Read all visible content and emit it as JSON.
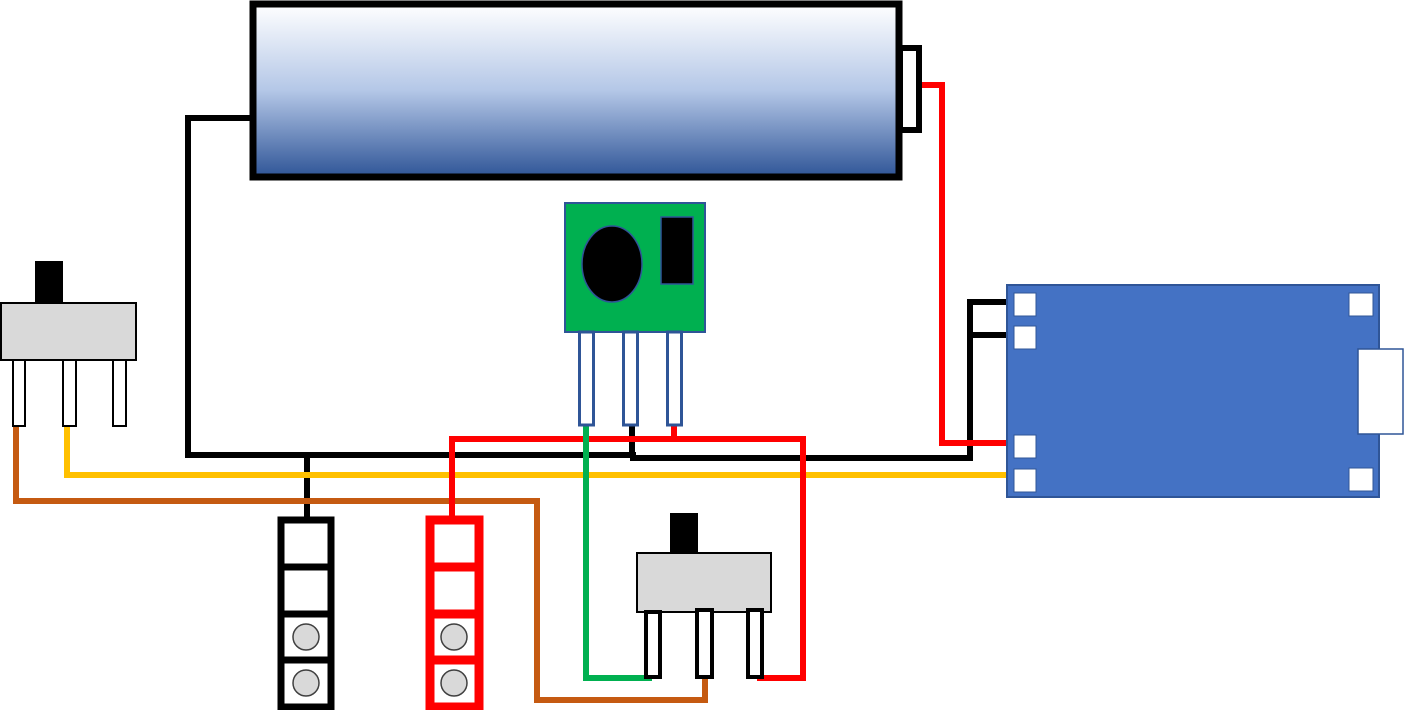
{
  "diagram": {
    "components": [
      "battery",
      "rf-module",
      "slide-switch-left",
      "slide-switch-bottom",
      "charger-board",
      "header-black",
      "header-red"
    ],
    "colors": {
      "wire_black": "#000000",
      "wire_red": "#ff0000",
      "wire_yellow": "#ffc000",
      "wire_brown": "#c55a11",
      "wire_green": "#00b050",
      "battery_gradient_top": "#ffffff",
      "battery_gradient_bottom": "#2f5597",
      "module_green": "#00b050",
      "board_blue": "#4472c4",
      "switch_grey": "#d9d9d9"
    }
  }
}
